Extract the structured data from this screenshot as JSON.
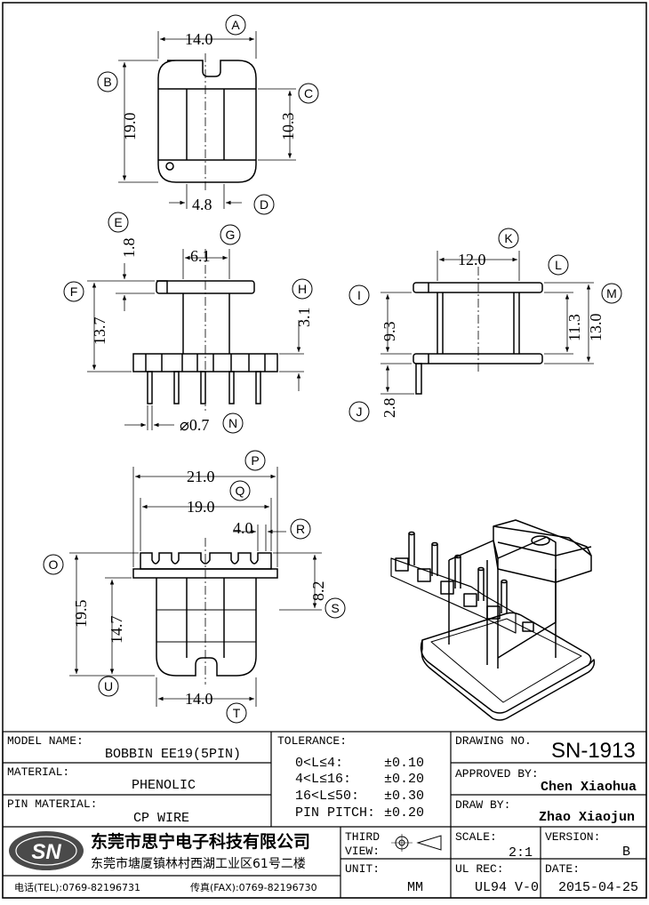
{
  "dimensions": {
    "A_width": "14.0",
    "B_height": "19.0",
    "C_height": "10.3",
    "D_width": "4.8",
    "E_flange": "1.8",
    "G_width": "6.1",
    "F_height": "13.7",
    "H_height": "3.1",
    "N_pin": "⌀0.7",
    "K_width": "12.0",
    "I_height": "9.3",
    "J_height": "2.8",
    "L_height": "11.3",
    "M_height": "13.0",
    "P_width": "21.0",
    "Q_width": "19.0",
    "R_pitch": "4.0",
    "O_height": "19.5",
    "U_height": "14.7",
    "S_height": "8.2",
    "T_width": "14.0"
  },
  "callouts": [
    "A",
    "B",
    "C",
    "D",
    "E",
    "F",
    "G",
    "H",
    "I",
    "J",
    "K",
    "L",
    "M",
    "N",
    "O",
    "P",
    "Q",
    "R",
    "S",
    "T",
    "U"
  ],
  "title_block": {
    "model_name_label": "MODEL NAME:",
    "model_name": "BOBBIN EE19(5PIN)",
    "material_label": "MATERIAL:",
    "material": "PHENOLIC",
    "pin_material_label": "PIN MATERIAL:",
    "pin_material": "CP WIRE",
    "tolerance_label": "TOLERANCE:",
    "tolerances": [
      {
        "range": "0<L≤4:",
        "value": "±0.10"
      },
      {
        "range": "4<L≤16:",
        "value": "±0.20"
      },
      {
        "range": "16<L≤50:",
        "value": "±0.30"
      },
      {
        "range": "PIN PITCH:",
        "value": "±0.20"
      }
    ],
    "drawing_no_label": "DRAWING NO.",
    "drawing_no": "SN-1913",
    "approved_by_label": "APPROVED BY:",
    "approved_by": "Chen Xiaohua",
    "draw_by_label": "DRAW BY:",
    "draw_by": "Zhao Xiaojun",
    "logo_text": "SN",
    "company_name": "东莞市思宁电子科技有限公司",
    "company_address": "东莞市塘厦镇林村西湖工业区61号二楼",
    "tel": "电话(TEL):0769-82196731",
    "fax": "传真(FAX):0769-82196730",
    "third_view_label_1": "THIRD",
    "third_view_label_2": "VIEW:",
    "unit_label": "UNIT:",
    "unit": "MM",
    "scale_label": "SCALE:",
    "scale": "2:1",
    "version_label": "VERSION:",
    "version": "B",
    "ul_rec_label": "UL REC:",
    "ul_rec": "UL94 V-0",
    "date_label": "DATE:",
    "date": "2015-04-25"
  }
}
